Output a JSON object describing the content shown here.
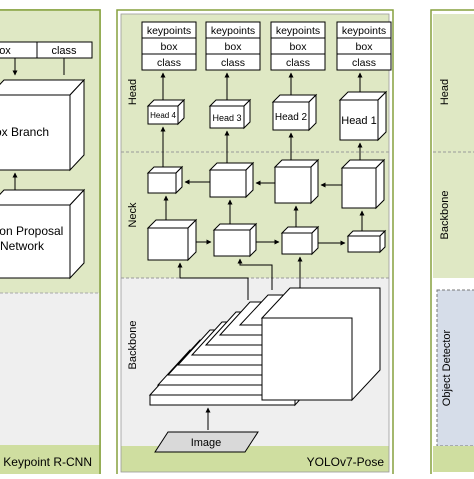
{
  "left_panel": {
    "box_label_partial": "ox",
    "class_label": "class",
    "box_branch_label": "ox Branch",
    "proposal_line1": "ion Proposal",
    "proposal_line2": "Network",
    "caption": "Keypoint R-CNN"
  },
  "middle_panel": {
    "caption": "YOLOv7-Pose",
    "section_head": "Head",
    "section_neck": "Neck",
    "section_backbone": "Backbone",
    "outputs": [
      {
        "keypoints": "keypoints",
        "box": "box",
        "class": "class"
      },
      {
        "keypoints": "keypoints",
        "box": "box",
        "class": "class"
      },
      {
        "keypoints": "keypoints",
        "box": "box",
        "class": "class"
      },
      {
        "keypoints": "keypoints",
        "box": "box",
        "class": "class"
      }
    ],
    "heads": [
      "Head 4",
      "Head 3",
      "Head 2",
      "Head 1"
    ],
    "input_label": "Image"
  },
  "right_panel": {
    "section_head": "Head",
    "section_backbone": "Backbone",
    "section_detector": "Object Detector"
  },
  "colors": {
    "panel_border": "#86a13e",
    "green_fill": "#dfe8c4",
    "gray_fill": "#efefef",
    "blue_fill": "#d6dde9",
    "caption_fill": "#cfdea0"
  }
}
